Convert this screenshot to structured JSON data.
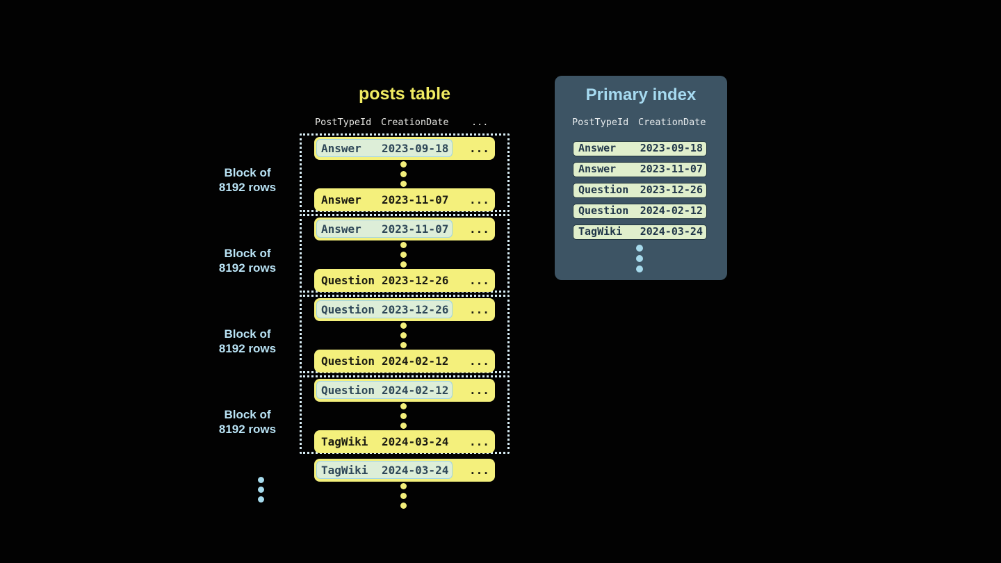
{
  "posts_table": {
    "title": "posts table",
    "columns": {
      "col1": "PostTypeId",
      "col2": "CreationDate",
      "col3": "..."
    },
    "blocks": [
      {
        "label_line1": "Block of",
        "label_line2": "8192 rows",
        "first": {
          "type": "Answer",
          "date": "2023-09-18",
          "more": "..."
        },
        "last": {
          "type": "Answer",
          "date": "2023-11-07",
          "more": "..."
        }
      },
      {
        "label_line1": "Block of",
        "label_line2": "8192 rows",
        "first": {
          "type": "Answer",
          "date": "2023-11-07",
          "more": "..."
        },
        "last": {
          "type": "Question",
          "date": "2023-12-26",
          "more": "..."
        }
      },
      {
        "label_line1": "Block of",
        "label_line2": "8192 rows",
        "first": {
          "type": "Question",
          "date": "2023-12-26",
          "more": "..."
        },
        "last": {
          "type": "Question",
          "date": "2024-02-12",
          "more": "..."
        }
      },
      {
        "label_line1": "Block of",
        "label_line2": "8192 rows",
        "first": {
          "type": "Question",
          "date": "2024-02-12",
          "more": "..."
        },
        "last": {
          "type": "TagWiki",
          "date": "2024-03-24",
          "more": "..."
        }
      }
    ],
    "overflow_row": {
      "type": "TagWiki",
      "date": "2024-03-24",
      "more": "..."
    }
  },
  "primary_index": {
    "title": "Primary index",
    "columns": {
      "col1": "PostTypeId",
      "col2": "CreationDate"
    },
    "rows": [
      {
        "type": "Answer",
        "date": "2023-09-18"
      },
      {
        "type": "Answer",
        "date": "2023-11-07"
      },
      {
        "type": "Question",
        "date": "2023-12-26"
      },
      {
        "type": "Question",
        "date": "2024-02-12"
      },
      {
        "type": "TagWiki",
        "date": "2024-03-24"
      }
    ]
  },
  "colors": {
    "background": "#020202",
    "row_yellow": "#f4f07c",
    "title_yellow": "#f1ec62",
    "highlight_bg": "#ddeed8",
    "highlight_border": "#9fd4e6",
    "highlight_text": "#2e4758",
    "row_text": "#1b1b12",
    "block_border_dotted": "#d8edf5",
    "block_label_blue": "#b9e3f5",
    "panel_bg": "#3d5464",
    "panel_title_blue": "#a6daf0",
    "index_row_bg": "#e0efcc",
    "index_row_border": "#21353f",
    "index_row_text": "#21374a",
    "ellipsis_dot_yellow": "#f2ee7b",
    "ellipsis_dot_blue": "#a6daec",
    "header_text": "#e7e7e3"
  }
}
